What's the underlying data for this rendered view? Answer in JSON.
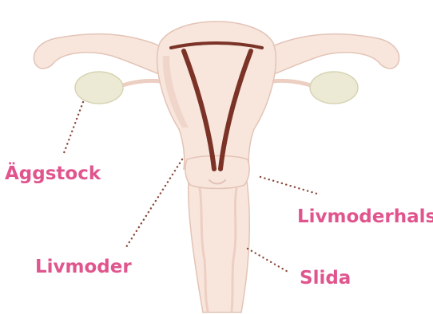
{
  "labels": {
    "ovary": "Äggstock",
    "uterus": "Livmoder",
    "cervix": "Livmoderhals",
    "vagina": "Slida"
  },
  "colors": {
    "label_text": "#e0558e",
    "leader_dots": "#8b4a3c",
    "tissue_fill": "#f8e6dd",
    "tissue_shadow": "#eccfc2",
    "tissue_outline": "#e3c3b6",
    "ovary_fill": "#ecead4",
    "ovary_outline": "#d7d3b3",
    "cavity_line": "#7a3326"
  },
  "icons": {
    "anatomy": "female-reproductive-anatomy"
  }
}
